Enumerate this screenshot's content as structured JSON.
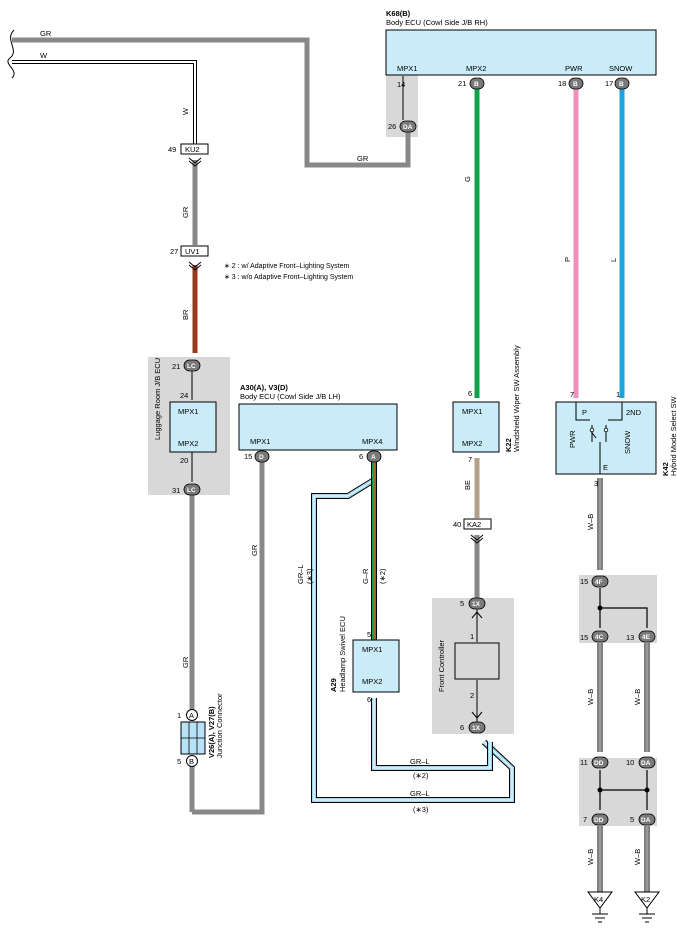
{
  "wires": {
    "gr": "GR",
    "w": "W",
    "g": "G",
    "p": "P",
    "l": "L",
    "br": "BR",
    "be": "BE",
    "grl": "GR–L",
    "gr2": "G–R",
    "wb": "W–B"
  },
  "notes": {
    "n2": "∗ 2 : w/ Adaptive Front–Lighting System",
    "n3": "∗ 3 : w/o Adaptive Front–Lighting System",
    "s2": "(∗2)",
    "s3": "(∗3)"
  },
  "k68": {
    "id": "K68(B)",
    "name": "Body ECU (Cowl Side J/B RH)",
    "mpx1": "MPX1",
    "mpx2": "MPX2",
    "pwr": "PWR",
    "snow": "SNOW",
    "p14": "14",
    "p26": "26",
    "c26": "DA",
    "p21": "21",
    "c21": "B",
    "p18": "18",
    "c18": "B",
    "p17": "17",
    "c17": "B"
  },
  "ku2": {
    "pin": "49",
    "label": "KU2"
  },
  "uv1": {
    "pin": "27",
    "label": "UV1"
  },
  "lrecu": {
    "name": "Luggage Room J/B ECU",
    "mpx1": "MPX1",
    "mpx2": "MPX2",
    "p21": "21",
    "c21": "LC",
    "p24": "24",
    "p20": "20",
    "p31": "31",
    "c31": "LC"
  },
  "a30": {
    "id": "A30(A), V3(D)",
    "name": "Body ECU (Cowl Side J/B LH)",
    "mpx1": "MPX1",
    "mpx4": "MPX4",
    "p15": "15",
    "c15": "D",
    "p6": "6",
    "c6": "A"
  },
  "k22": {
    "id": "K22",
    "name": "Windshield Wiper SW Assembly",
    "mpx1": "MPX1",
    "mpx2": "MPX2",
    "p6": "6",
    "p7": "7"
  },
  "ka2": {
    "pin": "40",
    "label": "KA2"
  },
  "k42": {
    "id": "K42",
    "name": "Hybrid Mode Select SW",
    "p": "P",
    "nd": "2ND",
    "pwr": "PWR",
    "snow": "SNOW",
    "e": "E",
    "p7": "7",
    "p1": "1",
    "p3": "3"
  },
  "jc1": {
    "p15a": "15",
    "c15a": "4F",
    "p15b": "15",
    "c15b": "4C",
    "p13": "13",
    "c13": "4E"
  },
  "jc2": {
    "p11": "11",
    "c11": "DD",
    "p10": "10",
    "c10": "DA",
    "p7": "7",
    "c7": "DD",
    "p5": "5",
    "c5": "DA"
  },
  "a29": {
    "id": "A29",
    "name": "Headlamp Swivel ECU",
    "mpx1": "MPX1",
    "mpx2": "MPX2",
    "p5": "5",
    "p6": "6"
  },
  "front": {
    "name": "Front Controller",
    "p5": "5",
    "c5": "1X",
    "p1": "1",
    "p2": "2",
    "p6": "6",
    "c6": "1X"
  },
  "v26": {
    "id": "V26(A), V27(B)",
    "name": "Junction Connector",
    "p1": "1",
    "ca": "A",
    "p5": "5",
    "cb": "B"
  },
  "grounds": {
    "k4": "K4",
    "k2": "K2"
  }
}
